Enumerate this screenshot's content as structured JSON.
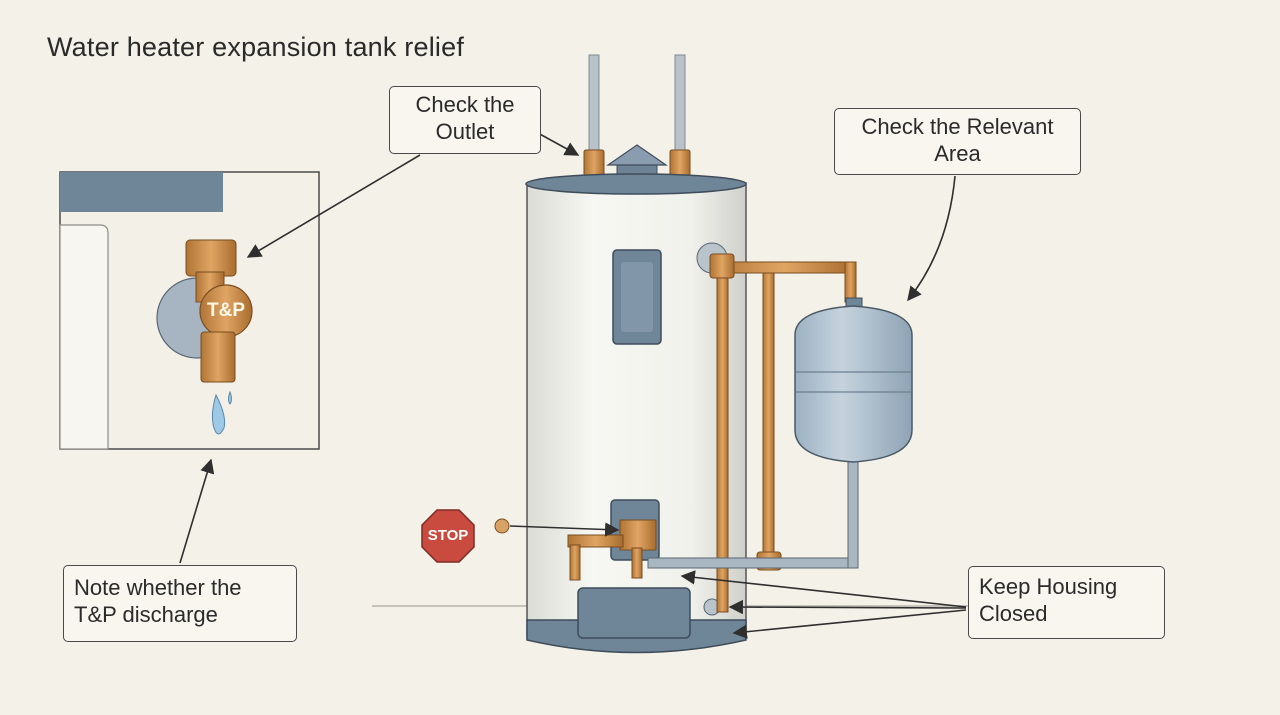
{
  "title": "Water heater expansion tank relief",
  "callouts": {
    "outlet": [
      "Check the",
      "Outlet"
    ],
    "relevant_area": [
      "Check the Relevant",
      "Area"
    ],
    "note": [
      "Note whether the",
      "T&P discharge"
    ],
    "keep_housing": [
      "Keep Housing",
      "Closed"
    ]
  },
  "valve_label": "T&P",
  "stop_sign": "STOP",
  "colors": {
    "background": "#f4f1e8",
    "copper": "#c98a45",
    "tank_blue": "#8fa5b8",
    "stop_red": "#c94a3f"
  }
}
